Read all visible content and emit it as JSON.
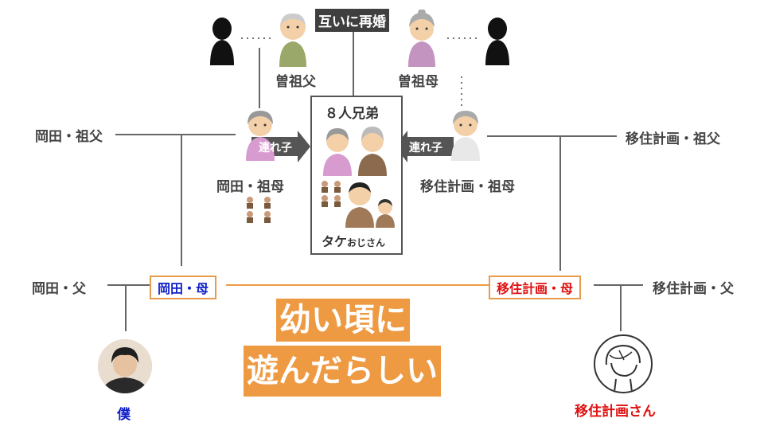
{
  "top_note": "互いに再婚",
  "great_grandfather": "曽祖父",
  "great_grandmother": "曽祖母",
  "siblings_box": "８人兄弟",
  "okada_grandfather": "岡田・祖父",
  "okada_grandmother": "岡田・祖母",
  "iju_grandfather": "移住計画・祖父",
  "iju_grandmother": "移住計画・祖母",
  "stepchild_left": "連れ子",
  "stepchild_right": "連れ子",
  "uncle_main": "タケ",
  "uncle_suffix": "おじさん",
  "okada_father": "岡田・父",
  "okada_mother": "岡田・母",
  "iju_mother": "移住計画・母",
  "iju_father": "移住計画・父",
  "banner_line1": "幼い頃に",
  "banner_line2": "遊んだらしい",
  "me": "僕",
  "iju_san": "移住計画さん",
  "colors": {
    "accent_orange": "#ee9a43",
    "okada_mother_text": "#1020c8",
    "iju_text": "#e01010",
    "line": "#555555"
  }
}
